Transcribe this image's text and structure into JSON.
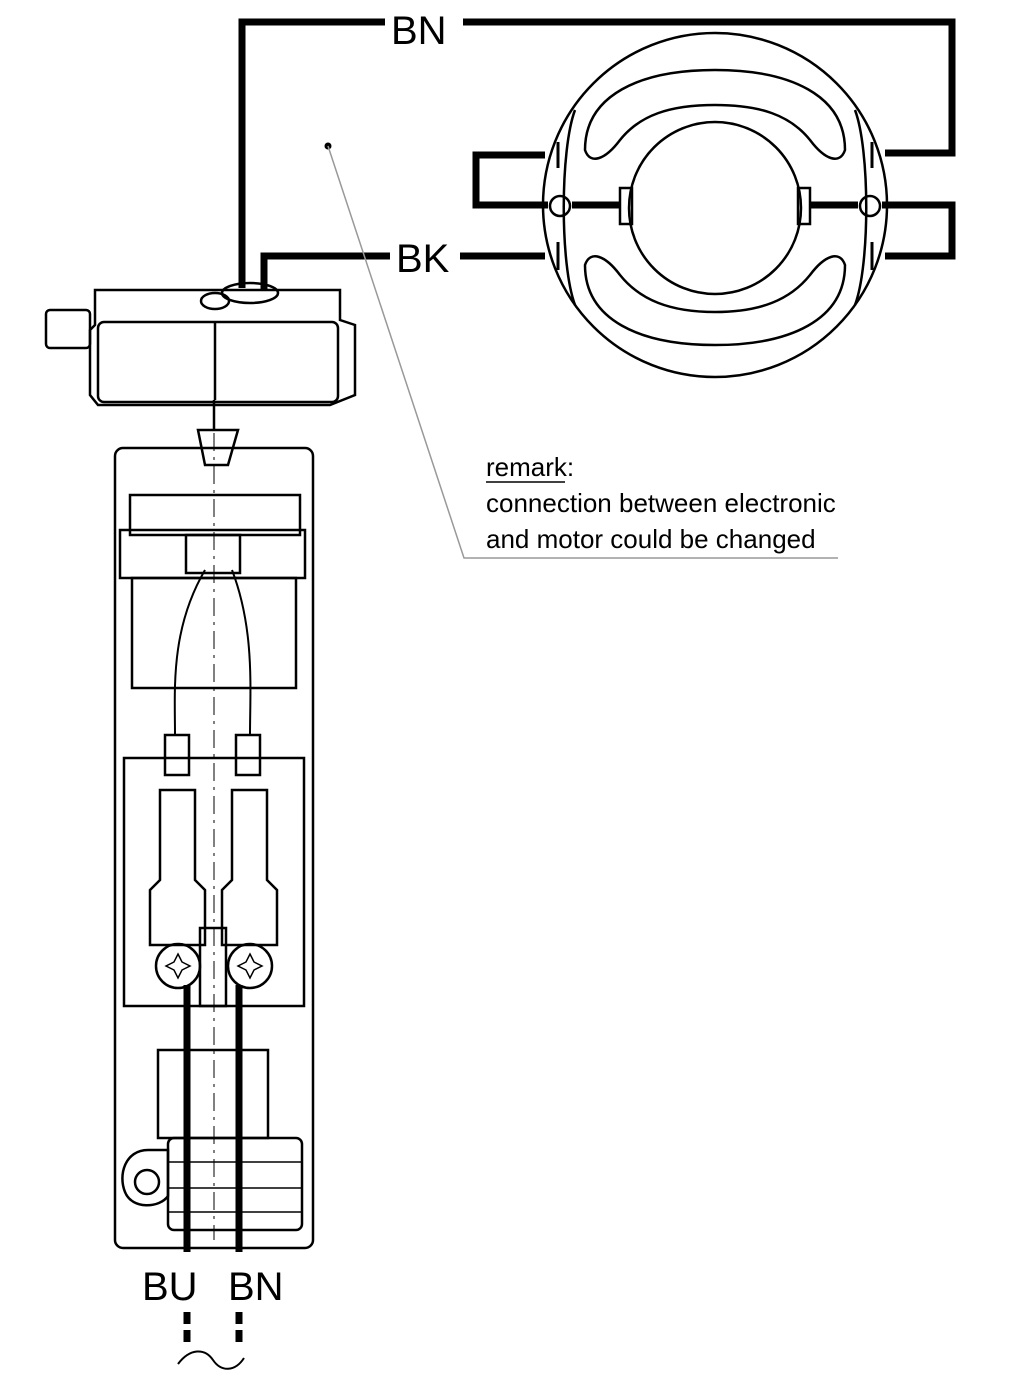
{
  "labels": {
    "top_bn": "BN",
    "bk": "BK",
    "bottom_bu": "BU",
    "bottom_bn": "BN"
  },
  "remark": {
    "title": "remark:",
    "line1": "connection between electronic",
    "line2": "and motor could be changed"
  },
  "colors": {
    "line": "#000000",
    "background": "#ffffff",
    "leader": "#999999"
  }
}
